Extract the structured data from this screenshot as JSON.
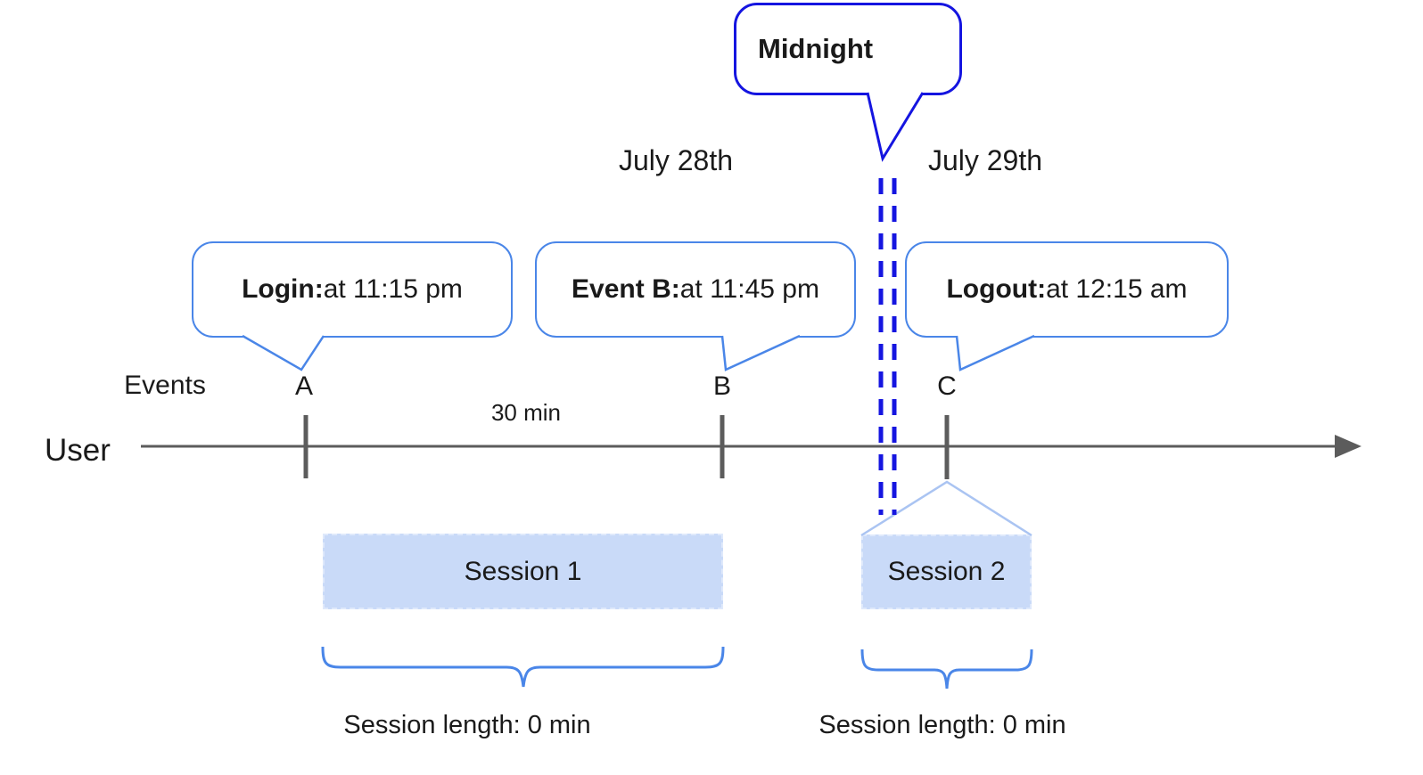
{
  "callouts": {
    "midnight": {
      "text": "Midnight"
    },
    "login": {
      "bold": "Login:",
      "rest": " at 11:15 pm"
    },
    "event_b": {
      "bold": "Event B:",
      "rest": " at 11:45 pm"
    },
    "logout": {
      "bold": "Logout:",
      "rest": " at 12:15 am"
    }
  },
  "dates": {
    "before_midnight": "July 28th",
    "after_midnight": "July 29th"
  },
  "timeline": {
    "row_label": "Events",
    "axis_label": "User",
    "interval_label": "30 min",
    "markers": [
      "A",
      "B",
      "C"
    ]
  },
  "sessions": [
    {
      "label": "Session 1",
      "length_label": "Session length: 0 min"
    },
    {
      "label": "Session 2",
      "length_label": "Session length: 0 min"
    }
  ],
  "colors": {
    "callout_border": "#4a86e8",
    "midnight_border": "#1515e0",
    "midnight_dashes": "#1515e0",
    "session_fill": "#c9daf8",
    "session_connector": "#aac4f2",
    "brace": "#4a86e8",
    "axis_gray": "#5c5c5c",
    "text": "#1a1a1a"
  }
}
